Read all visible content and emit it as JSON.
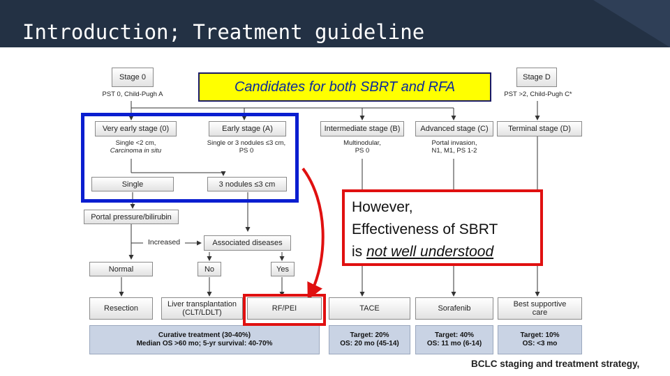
{
  "title": "Introduction; Treatment guideline",
  "stages": {
    "stage0": "Stage 0",
    "stage0_note": "PST 0, Child-Pugh A",
    "stageD": "Stage D",
    "stageD_note": "PST >2, Child-Pugh C*"
  },
  "stage_boxes": {
    "very_early": "Very early stage (0)",
    "early": "Early stage (A)",
    "intermediate": "Intermediate stage (B)",
    "advanced": "Advanced stage (C)",
    "terminal": "Terminal stage (D)"
  },
  "stage_notes": {
    "very_early_1": "Single <2 cm,",
    "very_early_2": "Carcinoma in situ",
    "early_1": "Single or 3 nodules ≤3 cm,",
    "early_2": "PS 0",
    "intermediate_1": "Multinodular,",
    "intermediate_2": "PS 0",
    "advanced_1": "Portal invasion,",
    "advanced_2": "N1, M1, PS 1-2"
  },
  "decision_boxes": {
    "single": "Single",
    "three_nodules": "3 nodules ≤3 cm",
    "portal": "Portal pressure/bilirubin",
    "increased": "Increased",
    "associated": "Associated diseases",
    "normal": "Normal",
    "no": "No",
    "yes": "Yes"
  },
  "treatments": {
    "resection": "Resection",
    "liver_tx_1": "Liver transplantation",
    "liver_tx_2": "(CLT/LDLT)",
    "rfpei": "RF/PEI",
    "tace": "TACE",
    "sorafenib": "Sorafenib",
    "bsc_1": "Best supportive",
    "bsc_2": "care"
  },
  "outcomes": {
    "curative_1": "Curative treatment (30-40%)",
    "curative_2": "Median OS >60 mo; 5-yr survival: 40-70%",
    "tace_1": "Target: 20%",
    "tace_2": "OS: 20 mo (45-14)",
    "sorafenib_1": "Target: 40%",
    "sorafenib_2": "OS: 11 mo (6-14)",
    "bsc_1": "Target: 10%",
    "bsc_2": "OS: <3 mo"
  },
  "callouts": {
    "candidates": "Candidates for both SBRT and RFA",
    "however_1": "However,",
    "however_2": "Effectiveness of SBRT",
    "however_3_pre": "is ",
    "however_3_em": "not well understood"
  },
  "footer": "BCLC staging and treatment strategy,",
  "colors": {
    "title_bar": "#233144",
    "blue_highlight": "#0a1ed0",
    "red_highlight": "#e01010",
    "yellow_callout": "#ffff00",
    "outcome_fill": "#c9d3e4"
  }
}
